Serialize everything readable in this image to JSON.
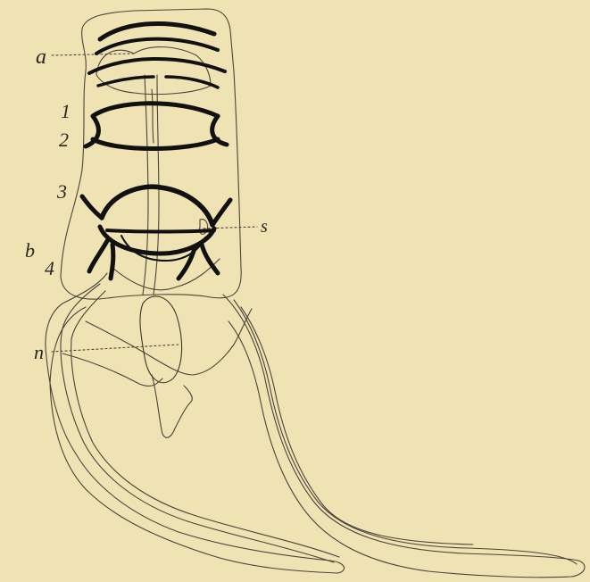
{
  "figure": {
    "labels": {
      "a": "a",
      "one": "1",
      "two": "2",
      "three": "3",
      "b": "b",
      "four": "4",
      "s": "s",
      "n": "n"
    },
    "colors": {
      "background": "#efe3b4",
      "ink": "#2a2620",
      "heavy_ink": "#111111"
    }
  }
}
